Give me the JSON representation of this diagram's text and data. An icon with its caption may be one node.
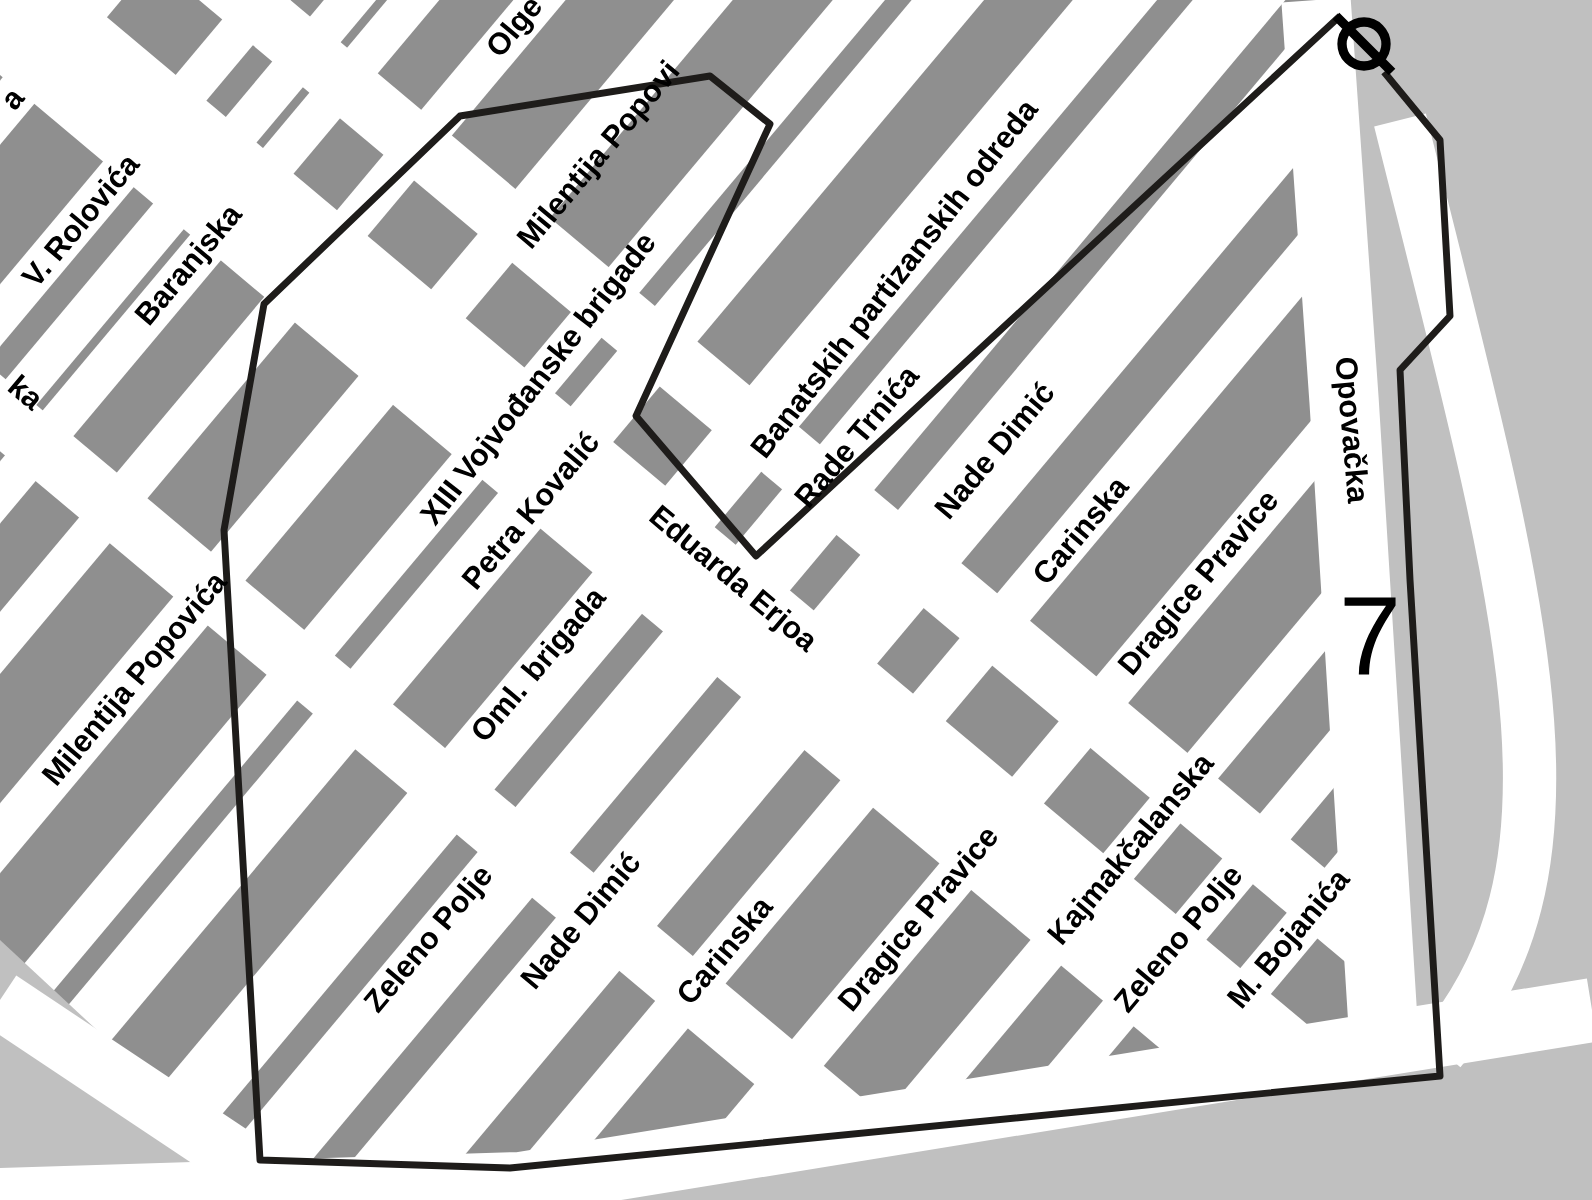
{
  "diagram": {
    "labels": [
      "Olge",
      "Milentija Popovi",
      "a",
      "V. Rolovića",
      "Baranjska",
      "ka",
      "XIII Vojvođanske brigade",
      "Banatskih partizanskih odreda",
      "Petra Kovalić",
      "Rade Trnića",
      "Eduarda Erjoa",
      "Nade Dimić",
      "Opovačka",
      "Carinska",
      "Oml. brigada",
      "Dragice Pravice",
      "Milentija Popovića",
      "Zeleno Polje",
      "Nade Dimić",
      "Carinska",
      "Dragice Pravice",
      "Kajmakčalanska",
      "Zeleno Polje",
      "M. Bojanića",
      "7"
    ]
  }
}
